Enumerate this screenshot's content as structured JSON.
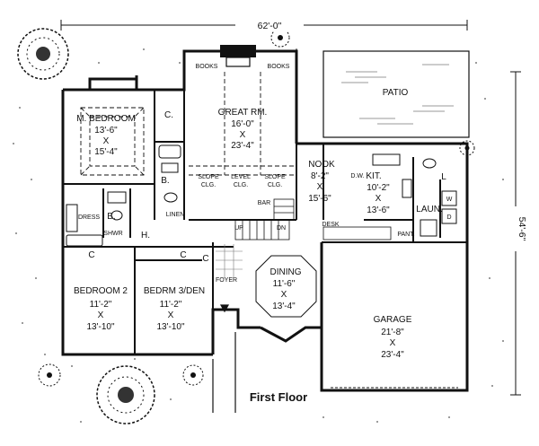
{
  "plan": {
    "title": "First Floor",
    "dim_width": "62'-0\"",
    "dim_depth": "54'-6\"",
    "rooms": {
      "master_bedroom": {
        "name": "M. BEDROOM",
        "w": "13'-6\"",
        "x": "X",
        "d": "15'-4\""
      },
      "great_room": {
        "name": "GREAT RM.",
        "w": "16'-0\"",
        "x": "X",
        "d": "23'-4\""
      },
      "patio": {
        "name": "PATIO"
      },
      "nook": {
        "name": "NOOK",
        "w": "8'-2\"",
        "x": "X",
        "d": "15'-6\""
      },
      "kitchen": {
        "name": "KIT.",
        "w": "10'-2\"",
        "x": "X",
        "d": "13'-6\""
      },
      "laundry": {
        "name": "LAUN."
      },
      "bedroom2": {
        "name": "BEDROOM 2",
        "w": "11'-2\"",
        "x": "X",
        "d": "13'-10\""
      },
      "bedroom3": {
        "name": "BEDRM 3/DEN",
        "w": "11'-2\"",
        "x": "X",
        "d": "13'-10\""
      },
      "dining": {
        "name": "DINING",
        "w": "11'-6\"",
        "x": "X",
        "d": "13'-4\""
      },
      "garage": {
        "name": "GARAGE",
        "w": "21'-8\"",
        "x": "X",
        "d": "23'-4\""
      }
    },
    "labels": {
      "books_left": "BOOKS",
      "books_right": "BOOKS",
      "closet_master": "C.",
      "bath_master": "B.",
      "bath_hall": "B.",
      "dress": "DRESS",
      "shwr": "SHWR",
      "linen": "LINEN",
      "hall": "H.",
      "closet_b2": "C",
      "closet_b3": "C",
      "closet_foyer": "C",
      "foyer": "FOYER",
      "slope_left": "SLOPE",
      "level": "LEVEL",
      "slope_right": "SLOPE",
      "clg1": "CLG.",
      "clg2": "CLG.",
      "clg3": "CLG.",
      "bar": "BAR",
      "up": "UP",
      "dn": "DN",
      "desk": "DESK",
      "pant": "PANT.",
      "dw": "D.W.",
      "laun_l": "L",
      "laun_w": "W",
      "laun_d": "D"
    }
  }
}
